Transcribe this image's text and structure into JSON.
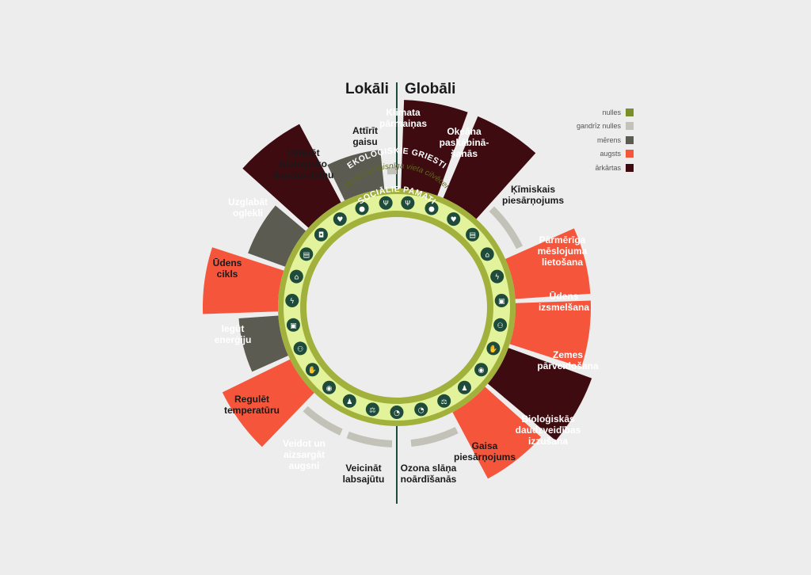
{
  "headings": {
    "left": "Lokāli",
    "right": "Globāli"
  },
  "colors": {
    "nulles": "#7a8e2b",
    "gandriz_nulles": "#c2c2b8",
    "merens": "#5b5b52",
    "augsts": "#f5553b",
    "arkartas": "#3e0b10",
    "ring_outer": "#a2b13c",
    "ring_inner": "#e3f39b",
    "background": "#ededed",
    "icon_bg": "#1f4b3a"
  },
  "legend": [
    {
      "label": "nulles",
      "level": "nulles"
    },
    {
      "label": "gandrīz nulles",
      "level": "gandriz_nulles"
    },
    {
      "label": "mērens",
      "level": "merens"
    },
    {
      "label": "augsts",
      "level": "augsts"
    },
    {
      "label": "ārkārtas",
      "level": "arkartas"
    }
  ],
  "ring": {
    "ecological_ceiling": "EKOLOĢISKIE GRIESTI",
    "safe_space": "Droša un taisnīga vieta cilvēcei",
    "social_foundation": "SOCIĀLIE PAMATI"
  },
  "outer_wedges": [
    {
      "label": "Klimata\npārmaiņas",
      "level": "arkartas"
    },
    {
      "label": "Okeāna\npaskābinā-\nšanās",
      "level": "arkartas"
    },
    {
      "label": "Ķīmiskais\npiesārņojums",
      "level": "gandriz_nulles"
    },
    {
      "label": "Pārmērīga\nmēslojuma\nlietošana",
      "level": "augsts"
    },
    {
      "label": "Ūdens\nizsmelšana",
      "level": "augsts"
    },
    {
      "label": "Zemes\npārveidošana",
      "level": "arkartas"
    },
    {
      "label": "Bioloģiskās\ndaudzveidības\nizzušana",
      "level": "augsts"
    },
    {
      "label": "Gaisa\npiesārņojums",
      "level": "gandriz_nulles"
    },
    {
      "label": "Ozona slāņa\nnoārdīšanās",
      "level": "gandriz_nulles"
    },
    {
      "label": "Veicināt\nlabsajūtu",
      "level": "gandriz_nulles"
    },
    {
      "label": "Veidot un\naizsargāt\naugsni",
      "level": "augsts"
    },
    {
      "label": "Regulēt\ntemperatūru",
      "level": "merens"
    },
    {
      "label": "Iegūt\nenerģiju",
      "level": "augsts"
    },
    {
      "label": "Ūdens\ncikls",
      "level": "merens"
    },
    {
      "label": "Uzglabāt\noglekli",
      "level": "arkartas"
    },
    {
      "label": "Uzturēt\nbioloģisko\ndaudzveidību",
      "level": "merens"
    },
    {
      "label": "Attīrīt\ngaisu",
      "level": "gandriz_nulles"
    }
  ],
  "inner_wedges": [
    {
      "level": "arkartas"
    },
    {
      "level": "augsts"
    },
    {
      "level": "arkartas"
    },
    {
      "level": "arkartas"
    },
    {
      "level": "arkartas"
    },
    {
      "level": "merens"
    },
    {
      "level": "merens"
    },
    {
      "level": "arkartas"
    },
    {
      "level": "arkartas"
    },
    {
      "level": "merens"
    },
    {
      "level": "gandriz_nulles"
    },
    {
      "level": "gandriz_nulles"
    },
    {
      "level": "merens"
    },
    {
      "level": "merens"
    },
    {
      "level": "augsts"
    },
    {
      "level": "augsts"
    },
    {
      "level": "merens"
    },
    {
      "level": "augsts"
    },
    {
      "level": "augsts"
    },
    {
      "level": "augsts"
    },
    {
      "level": "augsts"
    },
    {
      "level": "augsts"
    },
    {
      "level": "augsts"
    },
    {
      "level": "augsts"
    },
    {
      "level": "merens"
    },
    {
      "level": "merens"
    }
  ],
  "icons": [
    "utensils-icon",
    "water-drop-icon",
    "heart-icon",
    "book-icon",
    "house-icon",
    "plug-icon",
    "briefcase-icon",
    "people-icon",
    "handshake-icon",
    "megaphone-icon",
    "family-icon",
    "gavel-icon",
    "speech-bubble-icon",
    "speech-bubble-icon",
    "gavel-icon",
    "family-icon",
    "megaphone-icon",
    "handshake-icon",
    "people-icon",
    "briefcase-icon",
    "plug-icon",
    "house-icon",
    "book-icon",
    "bus-icon",
    "heart-icon",
    "water-drop-icon",
    "utensils-icon"
  ]
}
